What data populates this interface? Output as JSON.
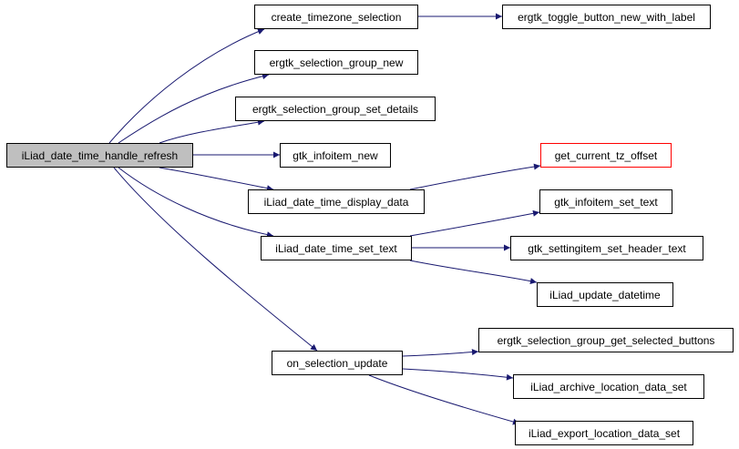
{
  "diagram": {
    "type": "call-graph",
    "edge_color": "#191970",
    "root_fill": "#bfbfbf",
    "external_border": "#ff0000",
    "nodes": [
      {
        "id": "root",
        "label": "iLiad_date_time_handle_refresh",
        "kind": "root"
      },
      {
        "id": "create_tz",
        "label": "create_timezone_selection",
        "kind": "normal"
      },
      {
        "id": "toggle",
        "label": "ergtk_toggle_button_new_with_label",
        "kind": "normal"
      },
      {
        "id": "sel_new",
        "label": "ergtk_selection_group_new",
        "kind": "normal"
      },
      {
        "id": "sel_details",
        "label": "ergtk_selection_group_set_details",
        "kind": "normal"
      },
      {
        "id": "info_new",
        "label": "gtk_infoitem_new",
        "kind": "normal"
      },
      {
        "id": "display",
        "label": "iLiad_date_time_display_data",
        "kind": "normal"
      },
      {
        "id": "tz_offset",
        "label": "get_current_tz_offset",
        "kind": "external"
      },
      {
        "id": "set_text",
        "label": "iLiad_date_time_set_text",
        "kind": "normal"
      },
      {
        "id": "info_set",
        "label": "gtk_infoitem_set_text",
        "kind": "normal"
      },
      {
        "id": "header",
        "label": "gtk_settingitem_set_header_text",
        "kind": "normal"
      },
      {
        "id": "upd_dt",
        "label": "iLiad_update_datetime",
        "kind": "normal"
      },
      {
        "id": "on_sel",
        "label": "on_selection_update",
        "kind": "normal"
      },
      {
        "id": "get_sel",
        "label": "ergtk_selection_group_get_selected_buttons",
        "kind": "normal"
      },
      {
        "id": "archive",
        "label": "iLiad_archive_location_data_set",
        "kind": "normal"
      },
      {
        "id": "export",
        "label": "iLiad_export_location_data_set",
        "kind": "normal"
      }
    ],
    "edges": [
      {
        "from": "root",
        "to": "create_tz"
      },
      {
        "from": "root",
        "to": "sel_new"
      },
      {
        "from": "root",
        "to": "sel_details"
      },
      {
        "from": "root",
        "to": "info_new"
      },
      {
        "from": "root",
        "to": "display"
      },
      {
        "from": "root",
        "to": "set_text"
      },
      {
        "from": "root",
        "to": "on_sel"
      },
      {
        "from": "create_tz",
        "to": "toggle"
      },
      {
        "from": "display",
        "to": "tz_offset"
      },
      {
        "from": "set_text",
        "to": "info_set"
      },
      {
        "from": "set_text",
        "to": "header"
      },
      {
        "from": "set_text",
        "to": "upd_dt"
      },
      {
        "from": "on_sel",
        "to": "get_sel"
      },
      {
        "from": "on_sel",
        "to": "archive"
      },
      {
        "from": "on_sel",
        "to": "export"
      }
    ]
  }
}
